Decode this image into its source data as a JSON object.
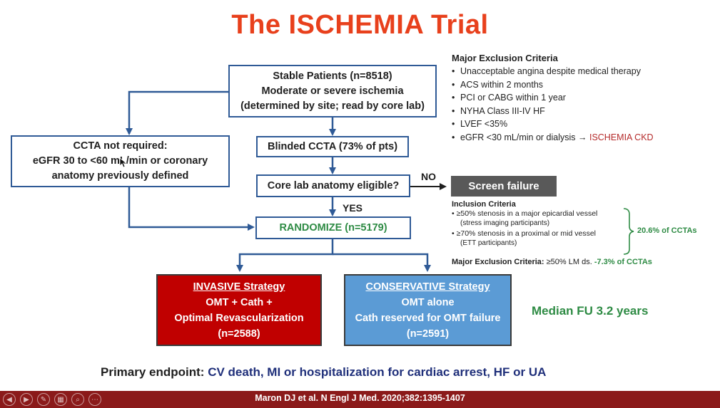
{
  "title": "The ISCHEMIA Trial",
  "stable_box": {
    "line1": "Stable Patients (n=8518)",
    "line2": "Moderate or severe ischemia",
    "line3": "(determined by site; read by core lab)"
  },
  "ccta_not_required": {
    "line1": "CCTA not required:",
    "line2": "eGFR 30 to <60 mL/min or coronary",
    "line3": "anatomy previously defined"
  },
  "blinded_ccta": "Blinded CCTA (73% of pts)",
  "core_lab": "Core lab anatomy eligible?",
  "no_label": "NO",
  "yes_label": "YES",
  "screen_failure": "Screen failure",
  "randomize": "RANDOMIZE (n=5179)",
  "exclusion": {
    "heading": "Major Exclusion Criteria",
    "items": [
      "Unacceptable angina despite medical therapy",
      "ACS within 2 months",
      "PCI or CABG within 1 year",
      "NYHA Class III-IV HF",
      "LVEF <35%"
    ],
    "last_item_prefix": "eGFR <30 mL/min or dialysis → ",
    "last_item_highlight": "ISCHEMIA CKD"
  },
  "inclusion": {
    "heading": "Inclusion Criteria",
    "item1": "≥50% stenosis in a major epicardial vessel",
    "item1_sub": "(stress imaging participants)",
    "item2": "≥70% stenosis in a proximal or mid vessel",
    "item2_sub": "(ETT participants)",
    "bracket_note": "20.6% of CCTAs",
    "excl_label": "Major Exclusion Criteria:",
    "excl_value": " ≥50% LM ds. ",
    "excl_pct": "-7.3% of CCTAs"
  },
  "invasive": {
    "heading": "INVASIVE Strategy",
    "line1": "OMT + Cath +",
    "line2": "Optimal Revascularization",
    "line3": "(n=2588)"
  },
  "conservative": {
    "heading": "CONSERVATIVE Strategy",
    "line1": "OMT alone",
    "line2": "Cath reserved for OMT failure",
    "line3": "(n=2591)"
  },
  "median_fu": "Median FU 3.2 years",
  "primary": {
    "label": "Primary endpoint: ",
    "value": "CV death, MI or hospitalization for cardiac arrest, HF or UA"
  },
  "citation": "Maron DJ et al. N Engl J Med. 2020;382:1395-1407",
  "colors": {
    "title": "#e8401c",
    "box_border": "#2f5a96",
    "invasive": "#c00000",
    "conservative": "#5b9bd5",
    "green": "#2e8b44",
    "footer": "#8b1a1a"
  }
}
